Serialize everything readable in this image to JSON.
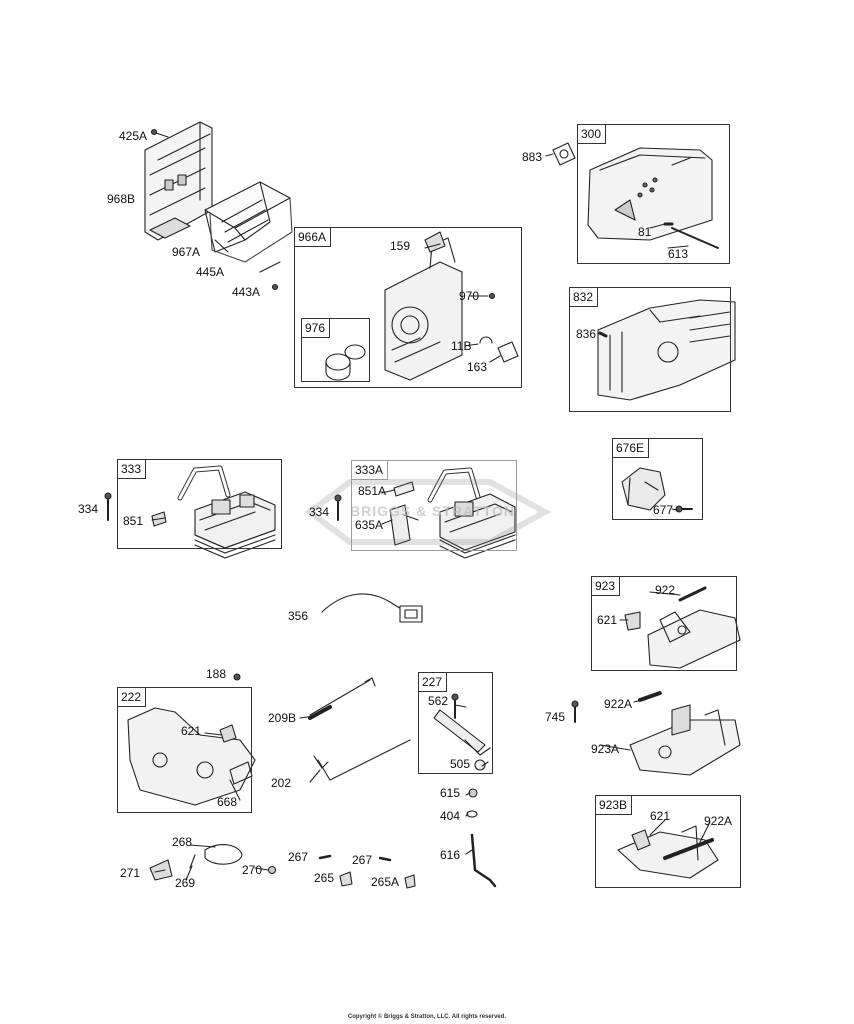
{
  "groups": {
    "g300": "300",
    "g966A": "966A",
    "g976": "976",
    "g832": "832",
    "g333": "333",
    "g333A": "333A",
    "g676E": "676E",
    "g923": "923",
    "g222": "222",
    "g227": "227",
    "g923B": "923B"
  },
  "parts": {
    "p425A": "425A",
    "p968B": "968B",
    "p967A": "967A",
    "p445A": "445A",
    "p443A": "443A",
    "p159": "159",
    "p970": "970",
    "p11B": "11B",
    "p163": "163",
    "p883": "883",
    "p81": "81",
    "p613": "613",
    "p836": "836",
    "p334_a": "334",
    "p851_a": "851",
    "p851A": "851A",
    "p334_b": "334",
    "p635A": "635A",
    "p677": "677",
    "p922": "922",
    "p621_a": "621",
    "p356": "356",
    "p188": "188",
    "p209B": "209B",
    "p202": "202",
    "p621_b": "621",
    "p668": "668",
    "p562": "562",
    "p505": "505",
    "p745": "745",
    "p922A_a": "922A",
    "p923A": "923A",
    "p615": "615",
    "p404": "404",
    "p616": "616",
    "p268": "268",
    "p271": "271",
    "p269": "269",
    "p270": "270",
    "p267_a": "267",
    "p265": "265",
    "p267_b": "267",
    "p265A": "265A",
    "p621_c": "621",
    "p922A_b": "922A"
  },
  "watermark": "BRIGGS & STRATTON",
  "copyright": "Copyright © Briggs & Stratton, LLC. All rights reserved."
}
